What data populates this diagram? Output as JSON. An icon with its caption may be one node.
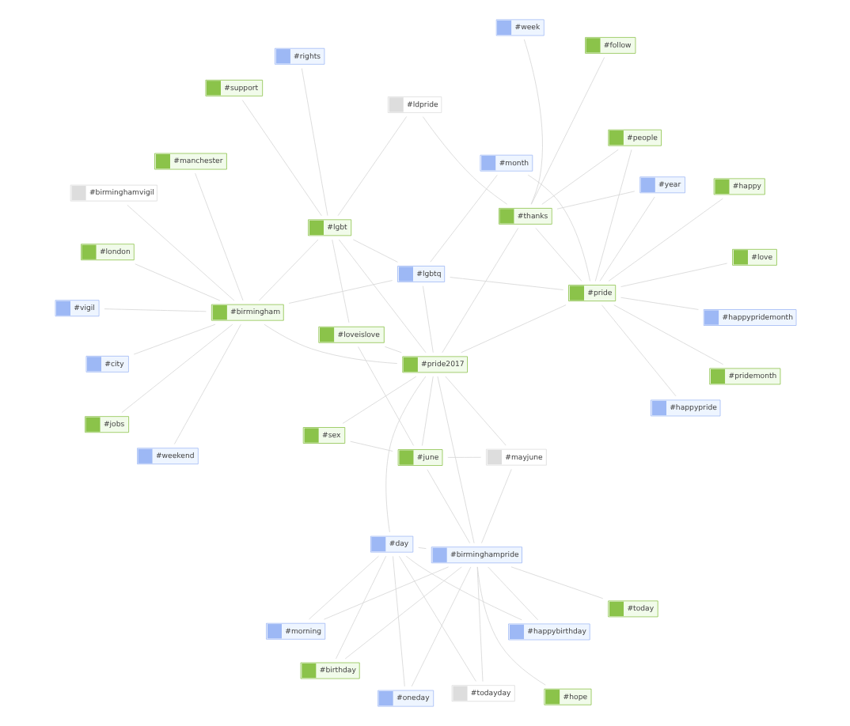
{
  "diagram": {
    "nodes": [
      {
        "text": [
          "#sex"
        ]
      },
      {
        "text": [
          "#mayjune"
        ]
      },
      {
        "text": [
          "#june"
        ]
      },
      {
        "text": [
          "#loveislove"
        ]
      },
      {
        "text": [
          "#birminghampride"
        ]
      },
      {
        "text": [
          "#lgbtq"
        ]
      },
      {
        "text": [
          "#day"
        ]
      },
      {
        "text": [
          "#today"
        ]
      },
      {
        "text": [
          "#birthday"
        ]
      },
      {
        "text": [
          "#hope"
        ]
      },
      {
        "text": [
          "#oneday"
        ]
      },
      {
        "text": [
          "#morning"
        ]
      },
      {
        "text": [
          "#todayday"
        ]
      },
      {
        "text": [
          "#happybirthday"
        ]
      },
      {
        "text": [
          "#pride2017"
        ]
      },
      {
        "text": [
          "#jobs"
        ]
      },
      {
        "text": [
          "#weekend"
        ]
      },
      {
        "text": [
          "#birminghamvigil"
        ]
      },
      {
        "text": [
          "#birmingham"
        ]
      },
      {
        "text": [
          "#london"
        ]
      },
      {
        "text": [
          "#vigil"
        ]
      },
      {
        "text": [
          "#city"
        ]
      },
      {
        "text": [
          "#manchester"
        ]
      },
      {
        "text": [
          "#pride"
        ]
      },
      {
        "text": [
          "#month"
        ]
      },
      {
        "text": [
          "#pridemonth"
        ]
      },
      {
        "text": [
          "#love"
        ]
      },
      {
        "text": [
          "#happy"
        ]
      },
      {
        "text": [
          "#happypride"
        ]
      },
      {
        "text": [
          "#happypridemonth"
        ]
      },
      {
        "text": [
          "#people"
        ]
      },
      {
        "text": [
          "#year"
        ]
      },
      {
        "text": [
          "#follow"
        ]
      },
      {
        "text": [
          "#lgbt"
        ]
      },
      {
        "text": [
          "#ldpride"
        ]
      },
      {
        "text": [
          "#thanks"
        ]
      },
      {
        "text": [
          "#rights"
        ]
      },
      {
        "text": [
          "#support"
        ]
      },
      {
        "text": [
          "#week"
        ]
      }
    ],
    "edges": [
      {
        "from": 14,
        "to": 3,
        "arrow": "none"
      },
      {
        "from": 14,
        "to": 4,
        "arrow": "none"
      },
      {
        "from": 14,
        "to": 5,
        "arrow": "none"
      },
      {
        "from": 14,
        "to": 6,
        "arrow": "none"
      },
      {
        "from": 14,
        "to": 18,
        "arrow": "none"
      },
      {
        "from": 14,
        "to": 23,
        "arrow": "none"
      },
      {
        "from": 14,
        "to": 33,
        "arrow": "none"
      },
      {
        "from": 14,
        "to": 35,
        "arrow": "none"
      },
      {
        "from": 14,
        "to": 1,
        "arrow": "none"
      },
      {
        "from": 14,
        "to": 0,
        "arrow": "none"
      },
      {
        "from": 14,
        "to": 2,
        "arrow": "none"
      },
      {
        "from": 4,
        "to": 7,
        "arrow": "none"
      },
      {
        "from": 4,
        "to": 8,
        "arrow": "none"
      },
      {
        "from": 4,
        "to": 9,
        "arrow": "none"
      },
      {
        "from": 4,
        "to": 10,
        "arrow": "none"
      },
      {
        "from": 4,
        "to": 11,
        "arrow": "none"
      },
      {
        "from": 4,
        "to": 12,
        "arrow": "none"
      },
      {
        "from": 4,
        "to": 13,
        "arrow": "none"
      },
      {
        "from": 4,
        "to": 6,
        "arrow": "none"
      },
      {
        "from": 4,
        "to": 1,
        "arrow": "none"
      },
      {
        "from": 4,
        "to": 2,
        "arrow": "none"
      },
      {
        "from": 6,
        "to": 10,
        "arrow": "none"
      },
      {
        "from": 6,
        "to": 11,
        "arrow": "none"
      },
      {
        "from": 6,
        "to": 12,
        "arrow": "none"
      },
      {
        "from": 6,
        "to": 13,
        "arrow": "none"
      },
      {
        "from": 6,
        "to": 8,
        "arrow": "none"
      },
      {
        "from": 23,
        "to": 24,
        "arrow": "none"
      },
      {
        "from": 23,
        "to": 25,
        "arrow": "none"
      },
      {
        "from": 23,
        "to": 26,
        "arrow": "none"
      },
      {
        "from": 23,
        "to": 27,
        "arrow": "none"
      },
      {
        "from": 23,
        "to": 28,
        "arrow": "none"
      },
      {
        "from": 23,
        "to": 29,
        "arrow": "none"
      },
      {
        "from": 23,
        "to": 30,
        "arrow": "none"
      },
      {
        "from": 23,
        "to": 31,
        "arrow": "none"
      },
      {
        "from": 23,
        "to": 5,
        "arrow": "none"
      },
      {
        "from": 23,
        "to": 35,
        "arrow": "none"
      },
      {
        "from": 18,
        "to": 15,
        "arrow": "none"
      },
      {
        "from": 18,
        "to": 16,
        "arrow": "none"
      },
      {
        "from": 18,
        "to": 17,
        "arrow": "none"
      },
      {
        "from": 18,
        "to": 19,
        "arrow": "none"
      },
      {
        "from": 18,
        "to": 20,
        "arrow": "none"
      },
      {
        "from": 18,
        "to": 21,
        "arrow": "none"
      },
      {
        "from": 18,
        "to": 22,
        "arrow": "none"
      },
      {
        "from": 18,
        "to": 5,
        "arrow": "none"
      },
      {
        "from": 33,
        "to": 36,
        "arrow": "none"
      },
      {
        "from": 33,
        "to": 37,
        "arrow": "none"
      },
      {
        "from": 33,
        "to": 5,
        "arrow": "none"
      },
      {
        "from": 33,
        "to": 3,
        "arrow": "none"
      },
      {
        "from": 33,
        "to": 34,
        "arrow": "none"
      },
      {
        "from": 33,
        "to": 18,
        "arrow": "none"
      },
      {
        "from": 35,
        "to": 32,
        "arrow": "none"
      },
      {
        "from": 35,
        "to": 38,
        "arrow": "none"
      },
      {
        "from": 35,
        "to": 31,
        "arrow": "none"
      },
      {
        "from": 35,
        "to": 30,
        "arrow": "none"
      },
      {
        "from": 35,
        "to": 34,
        "arrow": "none"
      },
      {
        "from": 2,
        "to": 0,
        "arrow": "none"
      },
      {
        "from": 2,
        "to": 1,
        "arrow": "none"
      },
      {
        "from": 2,
        "to": 3,
        "arrow": "none"
      },
      {
        "from": 5,
        "to": 24,
        "arrow": "none"
      }
    ]
  }
}
